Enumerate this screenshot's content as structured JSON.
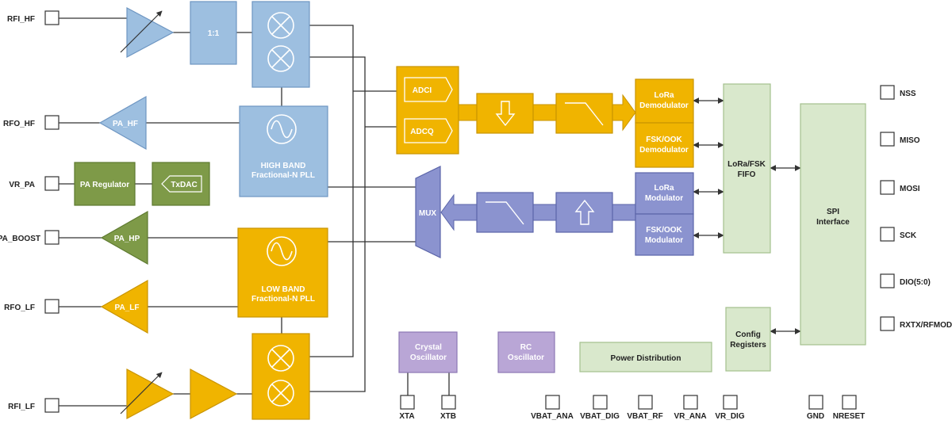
{
  "colors": {
    "blue_fill": "#9dbfe0",
    "blue_stroke": "#6e96c2",
    "orange_fill": "#f0b400",
    "orange_stroke": "#c99400",
    "green_fill": "#7e9a48",
    "green_stroke": "#5e7a30",
    "purple_fill": "#8b93cf",
    "purple_stroke": "#5b65a9",
    "lightgreen_fill": "#d9e8cc",
    "lightgreen_stroke": "#a4c08e",
    "lavender_fill": "#b9a6d6",
    "lavender_stroke": "#8d78b4"
  },
  "left_pins": {
    "rfi_hf": "RFI_HF",
    "rfo_hf": "RFO_HF",
    "vr_pa": "VR_PA",
    "pa_boost": "PA_BOOST",
    "rfo_lf": "RFO_LF",
    "rfi_lf": "RFI_LF"
  },
  "right_pins": {
    "nss": "NSS",
    "miso": "MISO",
    "mosi": "MOSI",
    "sck": "SCK",
    "dio": "DIO(5:0)",
    "rxtx": "RXTX/RFMOD"
  },
  "bottom_pins": {
    "xta": "XTA",
    "xtb": "XTB",
    "vbat_ana": "VBAT_ANA",
    "vbat_dig": "VBAT_DIG",
    "vbat_rf": "VBAT_RF",
    "vr_ana": "VR_ANA",
    "vr_dig": "VR_DIG",
    "gnd": "GND",
    "nreset": "NRESET"
  },
  "blocks": {
    "ratio": "1:1",
    "pa_hf": "PA_HF",
    "pa_hp": "PA_HP",
    "pa_lf": "PA_LF",
    "pa_regulator": "PA Regulator",
    "txdac": "TxDAC",
    "high_band_pll": [
      "HIGH BAND",
      "Fractional-N PLL"
    ],
    "low_band_pll": [
      "LOW BAND",
      "Fractional-N PLL"
    ],
    "adci": "ADCI",
    "adcq": "ADCQ",
    "mux": "MUX",
    "lora_demod": [
      "LoRa",
      "Demodulator"
    ],
    "fsk_demod": [
      "FSK/OOK",
      "Demodulator"
    ],
    "lora_mod": [
      "LoRa",
      "Modulator"
    ],
    "fsk_mod": [
      "FSK/OOK",
      "Modulator"
    ],
    "fifo": [
      "LoRa/FSK",
      "FIFO"
    ],
    "spi": [
      "SPI",
      "Interface"
    ],
    "config": [
      "Config",
      "Registers"
    ],
    "crystal": [
      "Crystal",
      "Oscillator"
    ],
    "rc": [
      "RC",
      "Oscillator"
    ],
    "power": "Power Distribution"
  }
}
